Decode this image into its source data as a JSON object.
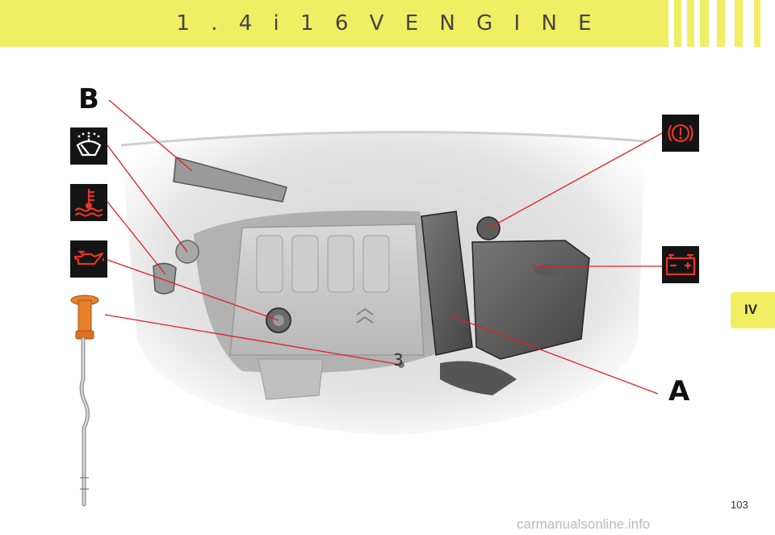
{
  "header": {
    "title": "1 . 4 i   1 6 V   E N G I N E"
  },
  "chapter": {
    "label": "IV"
  },
  "page": {
    "number": "103"
  },
  "labels": {
    "a": "A",
    "b": "B",
    "three": "3"
  },
  "watermark": {
    "text": "carmanualsonline.info"
  },
  "icons": [
    {
      "name": "windscreen-wash-icon",
      "color": "#ffffff"
    },
    {
      "name": "coolant-temperature-icon",
      "color": "#e8342a"
    },
    {
      "name": "engine-oil-icon",
      "color": "#e8342a"
    },
    {
      "name": "brake-warning-icon",
      "color": "#e8342a"
    },
    {
      "name": "battery-icon",
      "color": "#e8342a"
    }
  ],
  "colors": {
    "accent": "#f0ee62",
    "leader_line": "#e02020",
    "dipstick": "#e8802a"
  }
}
